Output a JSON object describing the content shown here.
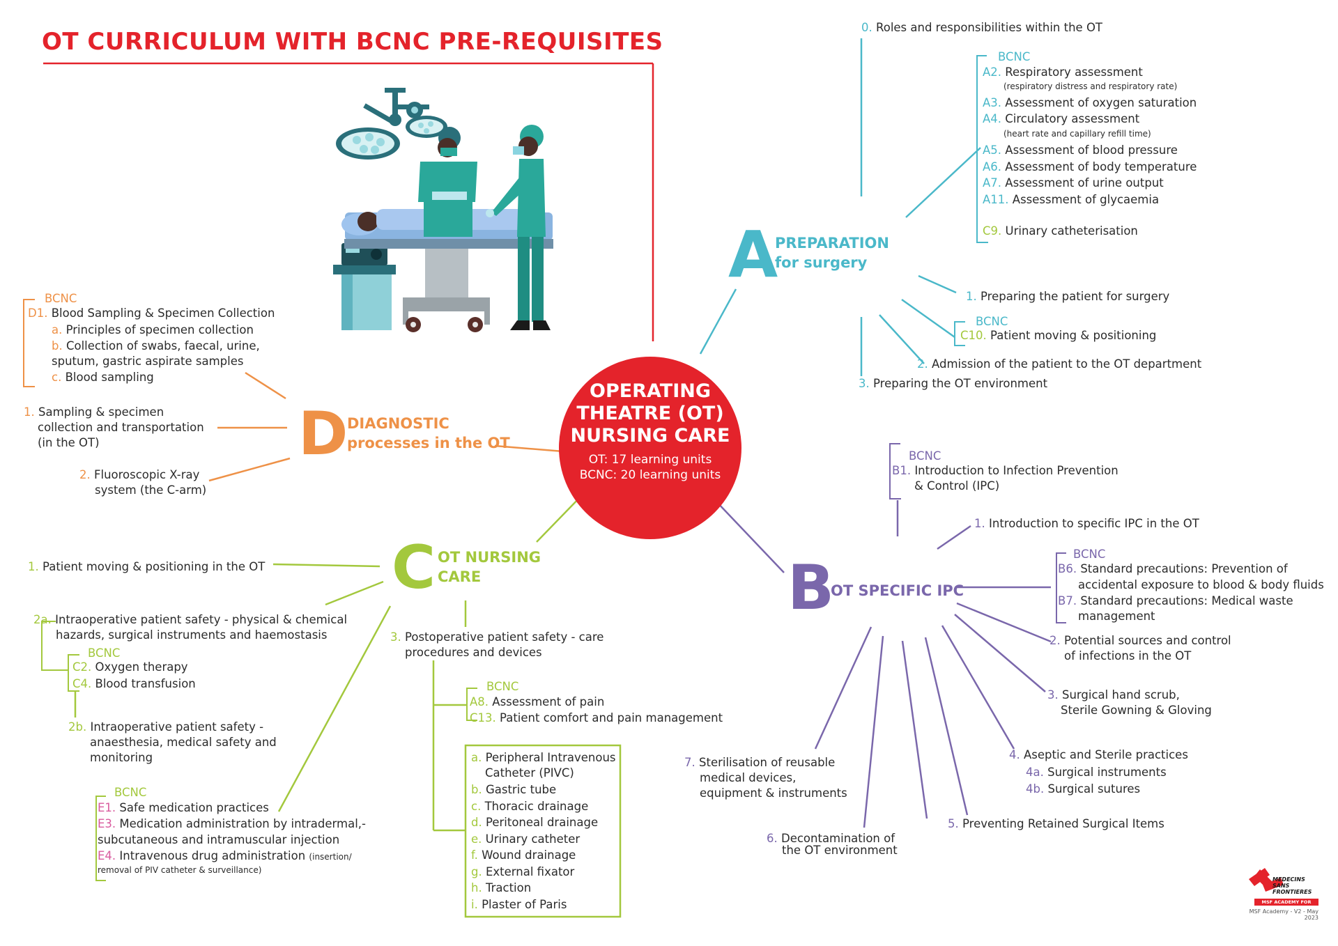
{
  "title": "OT CURRICULUM WITH BCNC PRE-REQUISITES",
  "center": {
    "line1": "OPERATING",
    "line2": "THEATRE (OT)",
    "line3": "NURSING CARE",
    "sub1": "OT: 17 learning units",
    "sub2": "BCNC: 20 learning units"
  },
  "colors": {
    "red": "#e4232b",
    "A": "#4ab8c9",
    "B": "#7a67ab",
    "C": "#a3c83d",
    "D": "#ee9147",
    "E": "#d95b9e"
  },
  "A": {
    "letter": "A",
    "cat1": "PREPARATION",
    "cat2": "for surgery",
    "u0": {
      "num": "0.",
      "text": "Roles and responsibilities within the OT"
    },
    "bcnc": "BCNC",
    "items": [
      {
        "num": "A2.",
        "text": "Respiratory assessment"
      },
      {
        "num": "",
        "text": "(respiratory distress and respiratory rate)"
      },
      {
        "num": "A3.",
        "text": "Assessment of oxygen saturation"
      },
      {
        "num": "A4.",
        "text": "Circulatory assessment"
      },
      {
        "num": "",
        "text": "(heart rate and capillary refill time)"
      },
      {
        "num": "A5.",
        "text": "Assessment of blood pressure"
      },
      {
        "num": "A6.",
        "text": "Assessment of body temperature"
      },
      {
        "num": "A7.",
        "text": "Assessment of urine output"
      },
      {
        "num": "A11.",
        "text": "Assessment of glycaemia"
      },
      {
        "num": "C9.",
        "text": "Urinary catheterisation"
      }
    ],
    "u1": {
      "num": "1.",
      "text": "Preparing the patient for surgery"
    },
    "bcnc2": "BCNC",
    "c10": {
      "num": "C10.",
      "text": "Patient moving & positioning"
    },
    "u2": {
      "num": "2.",
      "text": "Admission of the patient to the OT department"
    },
    "u3": {
      "num": "3.",
      "text": "Preparing the OT environment"
    }
  },
  "B": {
    "letter": "B",
    "cat": "OT SPECIFIC IPC",
    "bcnc1": "BCNC",
    "b1": {
      "num": "B1.",
      "l1": "Introduction to Infection Prevention",
      "l2": "& Control (IPC)"
    },
    "u1": {
      "num": "1.",
      "text": "Introduction to specific IPC in the OT"
    },
    "bcnc2": "BCNC",
    "b6": {
      "num": "B6.",
      "l1": "Standard precautions: Prevention of",
      "l2": "accidental exposure to blood & body fluids"
    },
    "b7": {
      "num": "B7.",
      "l1": "Standard precautions: Medical waste",
      "l2": "management"
    },
    "u2": {
      "num": "2.",
      "l1": "Potential sources and control",
      "l2": "of infections in the OT"
    },
    "u3": {
      "num": "3.",
      "l1": "Surgical hand scrub,",
      "l2": "Sterile Gowning & Gloving"
    },
    "u4": {
      "num": "4.",
      "text": "Aseptic and Sterile practices"
    },
    "u4a": {
      "num": "4a.",
      "text": "Surgical instruments"
    },
    "u4b": {
      "num": "4b.",
      "text": "Surgical sutures"
    },
    "u5": {
      "num": "5.",
      "text": "Preventing Retained Surgical Items"
    },
    "u6": {
      "num": "6.",
      "l1": "Decontamination of",
      "l2": "the OT environment"
    },
    "u7": {
      "num": "7.",
      "l1": "Sterilisation of reusable",
      "l2": "medical devices,",
      "l3": "equipment & instruments"
    }
  },
  "C": {
    "letter": "C",
    "cat1": "OT NURSING",
    "cat2": "CARE",
    "u1": {
      "num": "1.",
      "text": "Patient moving & positioning in the OT"
    },
    "u2a": {
      "num": "2a.",
      "l1": "Intraoperative patient safety - physical & chemical",
      "l2": "hazards, surgical instruments and haemostasis"
    },
    "bcnc1": "BCNC",
    "c2": {
      "num": "C2.",
      "text": "Oxygen therapy"
    },
    "c4": {
      "num": "C4.",
      "text": "Blood transfusion"
    },
    "u2b": {
      "num": "2b.",
      "l1": "Intraoperative patient safety -",
      "l2": "anaesthesia, medical safety and",
      "l3": "monitoring"
    },
    "bcnc2": "BCNC",
    "e1": {
      "num": "E1.",
      "text": "Safe medication practices"
    },
    "e3": {
      "num": "E3.",
      "l1": "Medication administration by intradermal,-",
      "l2": "subcutaneous and intramuscular injection"
    },
    "e4": {
      "num": "E4.",
      "l1": "Intravenous drug administration",
      "l1small": "(insertion/",
      "l2": "removal of PIV catheter & surveillance)"
    },
    "u3": {
      "num": "3.",
      "l1": "Postoperative patient safety - care",
      "l2": "procedures and devices"
    },
    "bcnc3": "BCNC",
    "a8": {
      "num": "A8.",
      "text": "Assessment of pain"
    },
    "c13": {
      "num": "C13.",
      "text": "Patient comfort and pain management"
    },
    "devices": [
      {
        "num": "a.",
        "text": "Peripheral Intravenous"
      },
      {
        "num": "",
        "text": "Catheter (PIVC)"
      },
      {
        "num": "b.",
        "text": "Gastric tube"
      },
      {
        "num": "c.",
        "text": "Thoracic drainage"
      },
      {
        "num": "d.",
        "text": "Peritoneal drainage"
      },
      {
        "num": "e.",
        "text": "Urinary catheter"
      },
      {
        "num": "f.",
        "text": "Wound drainage"
      },
      {
        "num": "g.",
        "text": "External fixator"
      },
      {
        "num": "h.",
        "text": "Traction"
      },
      {
        "num": "i.",
        "text": "Plaster of Paris"
      }
    ]
  },
  "D": {
    "letter": "D",
    "cat1": "DIAGNOSTIC",
    "cat2": "processes in the OT",
    "bcnc": "BCNC",
    "d1": {
      "num": "D1.",
      "text": "Blood Sampling & Specimen Collection"
    },
    "sub": [
      {
        "num": "a.",
        "text": "Principles of specimen collection"
      },
      {
        "num": "b.",
        "text": "Collection of swabs, faecal, urine,"
      },
      {
        "num": "",
        "text": "sputum, gastric aspirate samples"
      },
      {
        "num": "c.",
        "text": "Blood sampling"
      }
    ],
    "u1": {
      "num": "1.",
      "l1": "Sampling & specimen",
      "l2": "collection and transportation",
      "l3": "(in the OT)"
    },
    "u2": {
      "num": "2.",
      "l1": "Fluoroscopic X-ray",
      "l2": "system (the C-arm)"
    }
  },
  "footer": {
    "logo_text1": "MEDECINS",
    "logo_text2": "SANS FRONTIERES",
    "academy": "MSF ACADEMY FOR HEALTHCARE",
    "version": "MSF Academy - V2 - May 2023"
  }
}
